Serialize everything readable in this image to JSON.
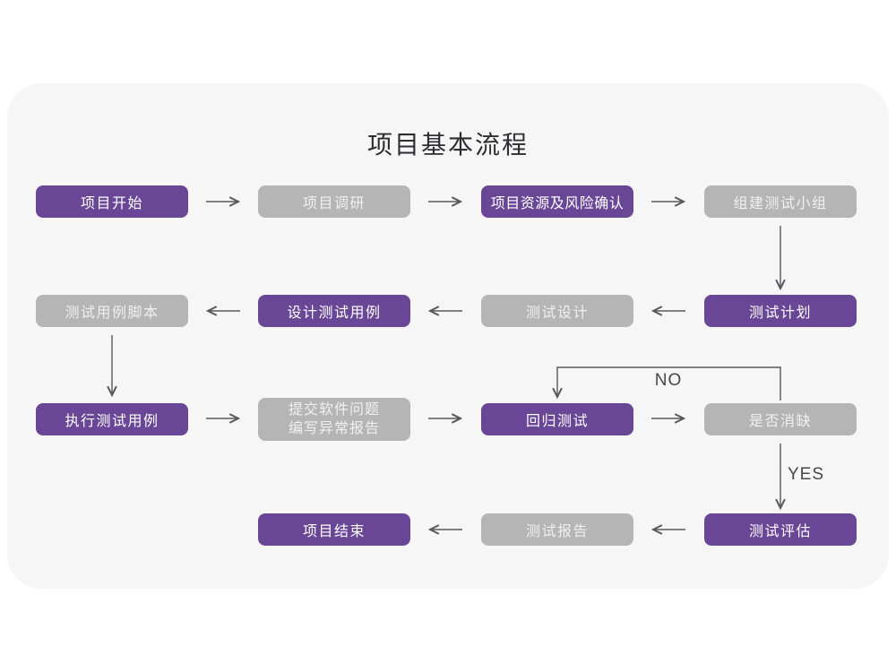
{
  "title": "项目基本流程",
  "colors": {
    "node_purple": "#6A4796",
    "node_gray": "#B5B5B5",
    "arrow": "#58585A",
    "card_background": "#F6F6F7",
    "page_background": "#FFFFFF"
  },
  "flow": {
    "nodes": [
      {
        "id": "project-start",
        "label": "项目开始",
        "variant": "purple"
      },
      {
        "id": "project-research",
        "label": "项目调研",
        "variant": "gray"
      },
      {
        "id": "resource-risk-confirm",
        "label": "项目资源及风险确认",
        "variant": "purple"
      },
      {
        "id": "build-test-team",
        "label": "组建测试小组",
        "variant": "gray"
      },
      {
        "id": "test-case-script",
        "label": "测试用例脚本",
        "variant": "gray"
      },
      {
        "id": "design-test-case",
        "label": "设计测试用例",
        "variant": "purple"
      },
      {
        "id": "test-design",
        "label": "测试设计",
        "variant": "gray"
      },
      {
        "id": "test-plan",
        "label": "测试计划",
        "variant": "purple"
      },
      {
        "id": "execute-test-case",
        "label": "执行测试用例",
        "variant": "purple"
      },
      {
        "id": "submit-issue-report",
        "line1": "提交软件问题",
        "line2": "编写异常报告",
        "variant": "gray"
      },
      {
        "id": "regression-test",
        "label": "回归测试",
        "variant": "purple"
      },
      {
        "id": "defect-cleared",
        "label": "是否消缺",
        "variant": "gray"
      },
      {
        "id": "test-evaluate",
        "label": "测试评估",
        "variant": "purple"
      },
      {
        "id": "test-report",
        "label": "测试报告",
        "variant": "gray"
      },
      {
        "id": "project-end",
        "label": "项目结束",
        "variant": "purple"
      }
    ],
    "edge_labels": {
      "no": "NO",
      "yes": "YES"
    },
    "edges": [
      {
        "from": "project-start",
        "to": "project-research"
      },
      {
        "from": "project-research",
        "to": "resource-risk-confirm"
      },
      {
        "from": "resource-risk-confirm",
        "to": "build-test-team"
      },
      {
        "from": "build-test-team",
        "to": "test-plan"
      },
      {
        "from": "test-plan",
        "to": "test-design"
      },
      {
        "from": "test-design",
        "to": "design-test-case"
      },
      {
        "from": "design-test-case",
        "to": "test-case-script"
      },
      {
        "from": "test-case-script",
        "to": "execute-test-case"
      },
      {
        "from": "execute-test-case",
        "to": "submit-issue-report"
      },
      {
        "from": "submit-issue-report",
        "to": "regression-test"
      },
      {
        "from": "regression-test",
        "to": "defect-cleared"
      },
      {
        "from": "defect-cleared",
        "to": "regression-test",
        "label": "NO"
      },
      {
        "from": "defect-cleared",
        "to": "test-evaluate",
        "label": "YES"
      },
      {
        "from": "test-evaluate",
        "to": "test-report"
      },
      {
        "from": "test-report",
        "to": "project-end"
      }
    ]
  }
}
